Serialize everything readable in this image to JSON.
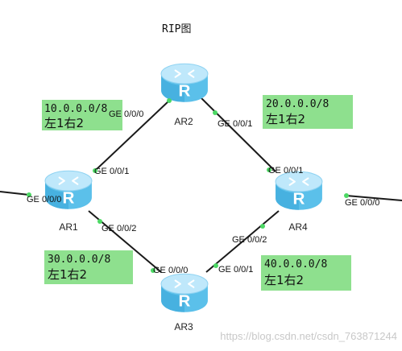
{
  "title": "RIP图",
  "colors": {
    "link": "#1a1a1a",
    "port_dot": "#4cd964",
    "label_bg": "#8ee08e",
    "router_top": "#bfe8fb",
    "router_side": "#5bc0ea",
    "router_dark": "#3aa6d8"
  },
  "routers": [
    {
      "id": "AR1",
      "label": "AR1",
      "icon": "router-icon"
    },
    {
      "id": "AR2",
      "label": "AR2",
      "icon": "router-icon"
    },
    {
      "id": "AR3",
      "label": "AR3",
      "icon": "router-icon"
    },
    {
      "id": "AR4",
      "label": "AR4",
      "icon": "router-icon"
    }
  ],
  "ports": {
    "ar1_g000": "GE 0/0/0",
    "ar1_g001": "GE 0/0/1",
    "ar1_g002": "GE 0/0/2",
    "ar2_g000": "GE 0/0/0",
    "ar2_g001": "GE 0/0/1",
    "ar3_g000": "GE 0/0/0",
    "ar3_g001": "GE 0/0/1",
    "ar4_g001": "GE 0/0/1",
    "ar4_g002": "GE 0/0/2",
    "ar4_g000": "GE 0/0/0"
  },
  "networks": [
    {
      "net": "10.0.0.0/8",
      "note": "左1右2"
    },
    {
      "net": "20.0.0.0/8",
      "note": "左1右2"
    },
    {
      "net": "30.0.0.0/8",
      "note": "左1右2"
    },
    {
      "net": "40.0.0.0/8",
      "note": "左1右2"
    }
  ],
  "watermark": "https://blog.csdn.net/csdn_763871244"
}
